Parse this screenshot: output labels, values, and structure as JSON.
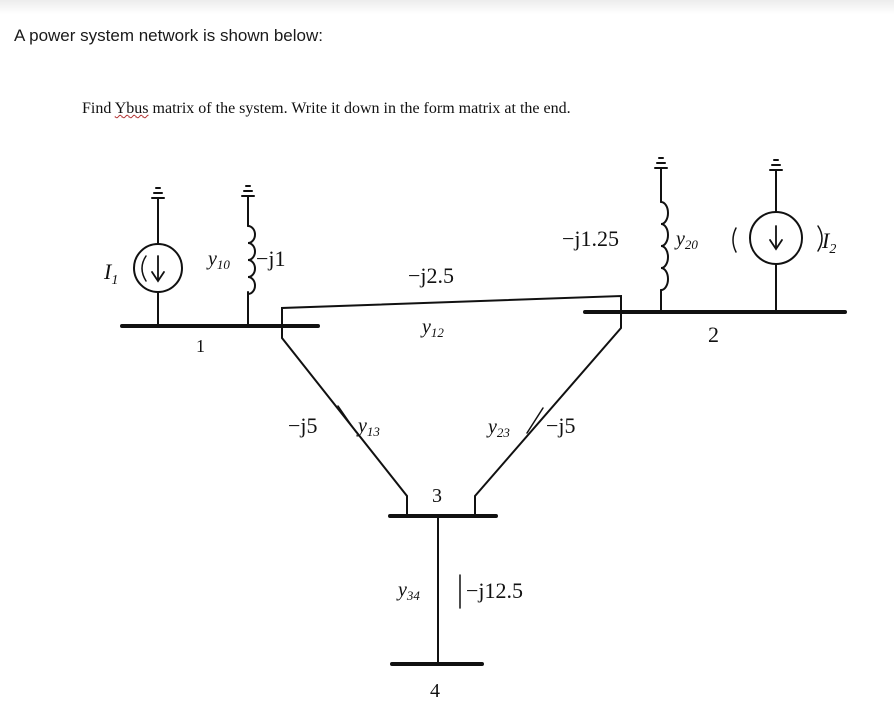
{
  "header": {
    "question": "A power system network is shown below:",
    "instruction_pre": "Find ",
    "instruction_word": "Ybus",
    "instruction_post": " matrix of the system. Write it down in the form matrix at the end."
  },
  "diagram": {
    "buses": [
      "1",
      "2",
      "3",
      "4"
    ],
    "sources": {
      "bus1": "I",
      "bus1_sub": "1",
      "bus2": "I",
      "bus2_sub": "2"
    },
    "shunts": {
      "y10_name": "y",
      "y10_sub": "10",
      "y10_value": "−j1",
      "y20_name": "y",
      "y20_sub": "20",
      "y20_value": "−j1.25"
    },
    "lines": {
      "y12_name": "y",
      "y12_sub": "12",
      "y12_value": "−j2.5",
      "y13_name": "y",
      "y13_sub": "13",
      "y13_value": "−j5",
      "y23_name": "y",
      "y23_sub": "23",
      "y23_value": "−j5",
      "y34_name": "y",
      "y34_sub": "34",
      "y34_value": "−j12.5"
    },
    "icons": [
      "current-source-icon",
      "ground-icon",
      "inductor-icon"
    ]
  }
}
